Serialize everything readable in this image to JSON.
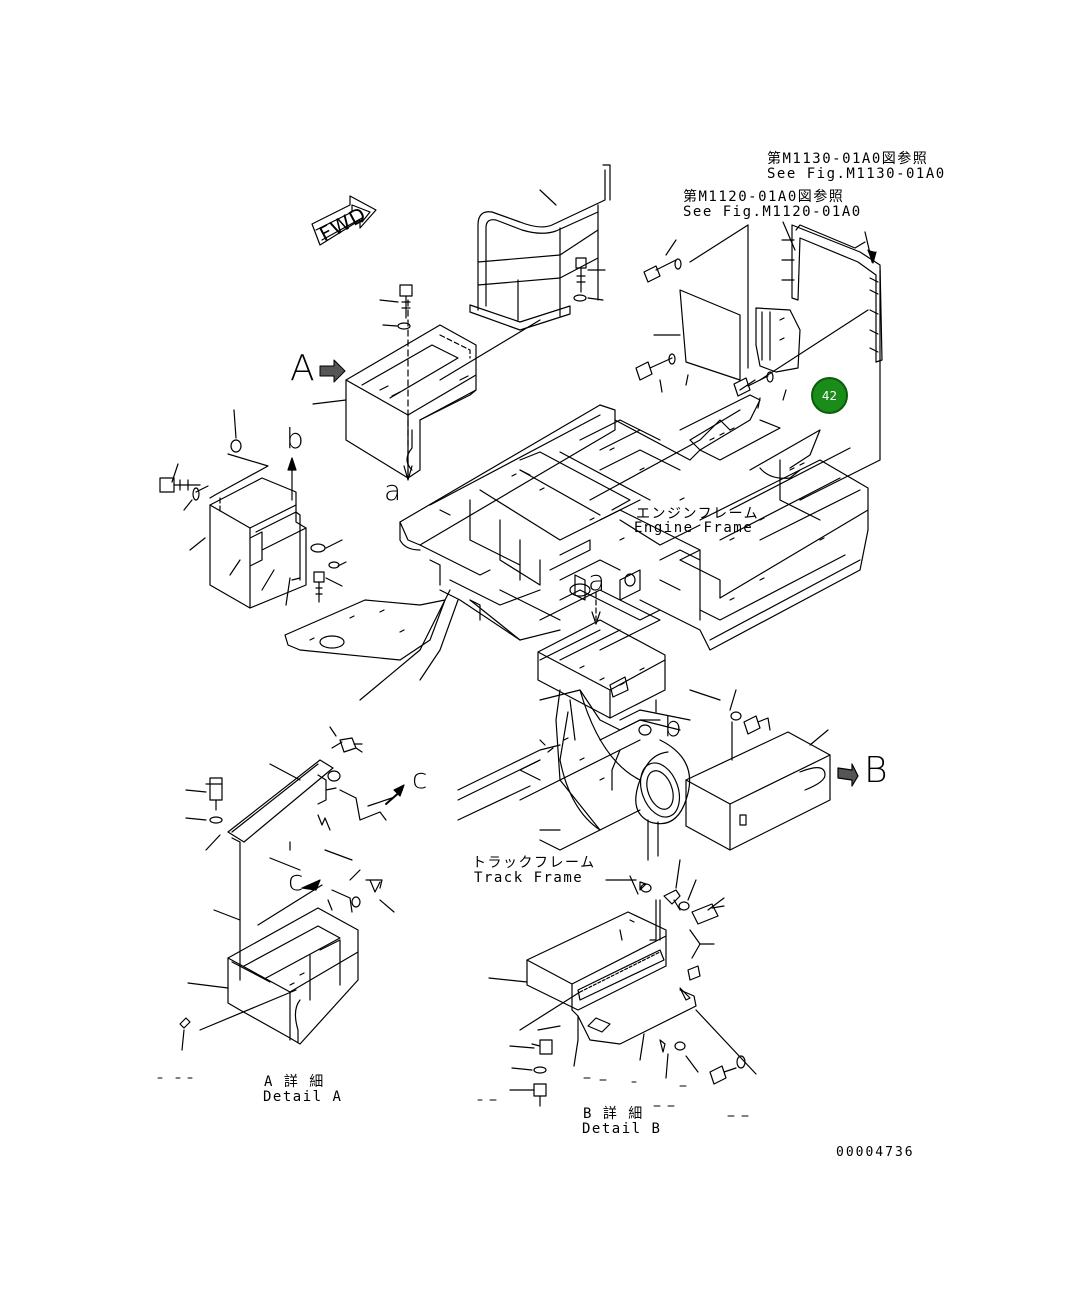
{
  "references": {
    "m1130_jp": "第M1130-01A0図参照",
    "m1130_en": "See Fig.M1130-01A0",
    "m1120_jp": "第M1120-01A0図参照",
    "m1120_en": "See Fig.M1120-01A0"
  },
  "labels": {
    "fwd": "FWD",
    "view_a": "A",
    "view_b": "B",
    "arrow_a1": "a",
    "arrow_a2": "a",
    "arrow_b1": "b",
    "arrow_b2": "b",
    "arrow_c1": "c",
    "arrow_c2": "c",
    "engine_frame_jp": "エンジンフレーム",
    "engine_frame_en": "Engine Frame",
    "track_frame_jp": "トラックフレーム",
    "track_frame_en": "Track Frame",
    "detail_a_jp": "A 詳 細",
    "detail_a_en": "Detail A",
    "detail_b_jp": "B 詳 細",
    "detail_b_en": "Detail B",
    "figure_number": "00004736"
  },
  "callouts": [
    {
      "number": "42",
      "color": "#1a8c1a"
    }
  ]
}
